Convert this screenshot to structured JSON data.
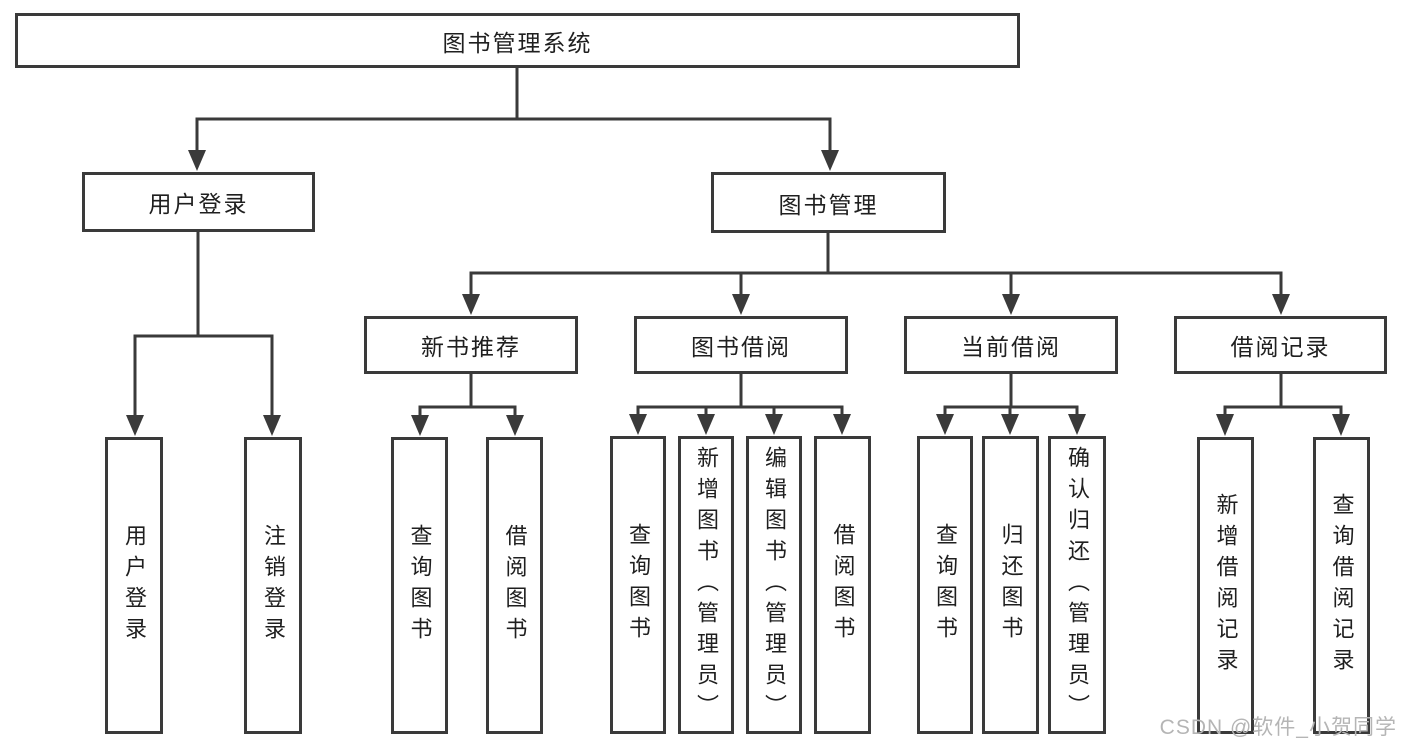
{
  "diagram": {
    "title": "图书管理系统",
    "root": {
      "label": "图书管理系统"
    },
    "level2": [
      {
        "label": "用户登录"
      },
      {
        "label": "图书管理"
      }
    ],
    "level3": [
      {
        "label": "新书推荐"
      },
      {
        "label": "图书借阅"
      },
      {
        "label": "当前借阅"
      },
      {
        "label": "借阅记录"
      }
    ],
    "leaves": [
      {
        "label": "用户登录",
        "parent": "用户登录"
      },
      {
        "label": "注销登录",
        "parent": "用户登录"
      },
      {
        "label": "查询图书",
        "parent": "新书推荐"
      },
      {
        "label": "借阅图书",
        "parent": "新书推荐"
      },
      {
        "label": "查询图书",
        "parent": "图书借阅"
      },
      {
        "label": "新增图书（管理员）",
        "parent": "图书借阅"
      },
      {
        "label": "编辑图书（管理员）",
        "parent": "图书借阅"
      },
      {
        "label": "借阅图书",
        "parent": "图书借阅"
      },
      {
        "label": "查询图书",
        "parent": "当前借阅"
      },
      {
        "label": "归还图书",
        "parent": "当前借阅"
      },
      {
        "label": "确认归还（管理员）",
        "parent": "当前借阅"
      },
      {
        "label": "新增借阅记录",
        "parent": "借阅记录"
      },
      {
        "label": "查询借阅记录",
        "parent": "借阅记录"
      }
    ]
  },
  "watermark": {
    "text": "CSDN @软件_小贺同学"
  },
  "colors": {
    "line": "#3a3a3a",
    "text": "#1f1f1f",
    "watermark": "#b5b5b5",
    "background": "#ffffff"
  }
}
